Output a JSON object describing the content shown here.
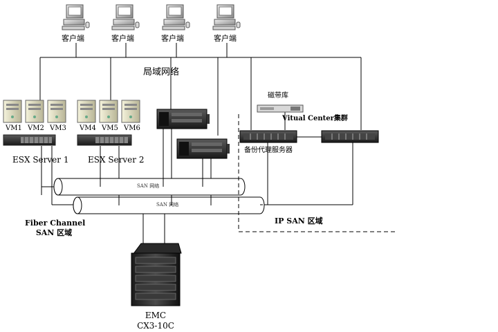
{
  "clients": [
    "客户端",
    "客户端",
    "客户端",
    "客户端"
  ],
  "lan_label": "局域网络",
  "vms": [
    "VM1",
    "VM2",
    "VM3",
    "VM4",
    "VM5",
    "VM6"
  ],
  "servers": [
    "ESX Server 1",
    "ESX Server 2"
  ],
  "tape_label": "磁带库",
  "vcenter_label": "Vitual Center集群",
  "backup_proxy_label": "备份代理服务器",
  "san_network_labels": [
    "SAN 网络",
    "SAN 网络"
  ],
  "fc_zone": {
    "line1": "Fiber Channel",
    "line2": "SAN 区域"
  },
  "ip_san_label": "IP SAN 区域",
  "storage": {
    "line1": "EMC",
    "line2": "CX3-10C"
  }
}
